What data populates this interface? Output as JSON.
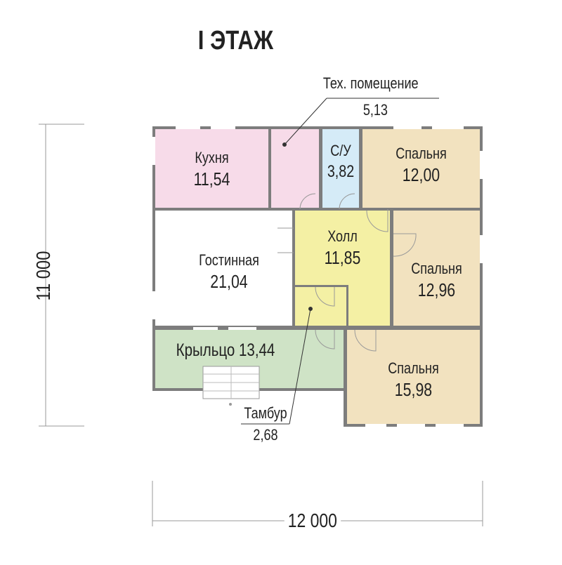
{
  "title": "I  ЭТАЖ",
  "dims": {
    "width": "12 000",
    "height": "11 000"
  },
  "rooms": {
    "kitchen": {
      "name": "Кухня",
      "area": "11,54"
    },
    "tech": {
      "name": "Тех. помещение",
      "area": "5,13"
    },
    "wc": {
      "name": "С/У",
      "area": "3,82"
    },
    "bed1": {
      "name": "Спальня",
      "area": "12,00"
    },
    "hall": {
      "name": "Холл",
      "area": "11,85"
    },
    "living": {
      "name": "Гостинная",
      "area": "21,04"
    },
    "bed2": {
      "name": "Спальня",
      "area": "12,96"
    },
    "porch": {
      "name": "Крыльцо 13,44"
    },
    "bed3": {
      "name": "Спальня",
      "area": "15,98"
    },
    "tambur": {
      "name": "Тамбур",
      "area": "2,68"
    }
  },
  "colors": {
    "wall": "#7d7d7d",
    "kitchen": "#f7dbe9",
    "wc": "#d5ebf7",
    "bed": "#f2e2bf",
    "hall": "#f4f0a4",
    "porch": "#cfe3c6"
  }
}
